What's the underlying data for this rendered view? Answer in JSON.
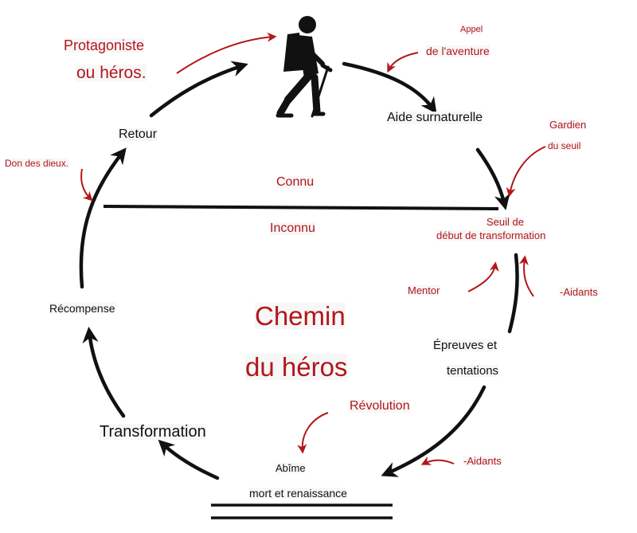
{
  "colors": {
    "stroke": "#111111",
    "accent": "#b3161b",
    "label_bg": "#f7f7f7"
  },
  "icons": {
    "hero": "hiker-icon"
  },
  "stages": {
    "aide": "Aide surnaturelle",
    "retour": "Retour",
    "seuil_line1": "Seuil de",
    "seuil_line2": "début de transformation",
    "recompense": "Récompense",
    "epreuves_line1": "Épreuves et",
    "epreuves_line2": "tentations",
    "transformation": "Transformation",
    "abime": "Abîme",
    "mort": "mort et renaissance"
  },
  "annotations": {
    "protagoniste": "Protagoniste",
    "ou_heros": "ou héros.",
    "appel": "Appel",
    "aventure": "de l'aventure",
    "gardien": "Gardien",
    "du_seuil": "du seuil",
    "don": "Don des dieux.",
    "mentor": "Mentor",
    "aidants_1": "-Aidants",
    "aidants_2": "-Aidants",
    "revolution": "Révolution"
  },
  "divider": {
    "upper": "Connu",
    "lower": "Inconnu"
  },
  "title": {
    "line1": "Chemin",
    "line2": "du héros"
  }
}
